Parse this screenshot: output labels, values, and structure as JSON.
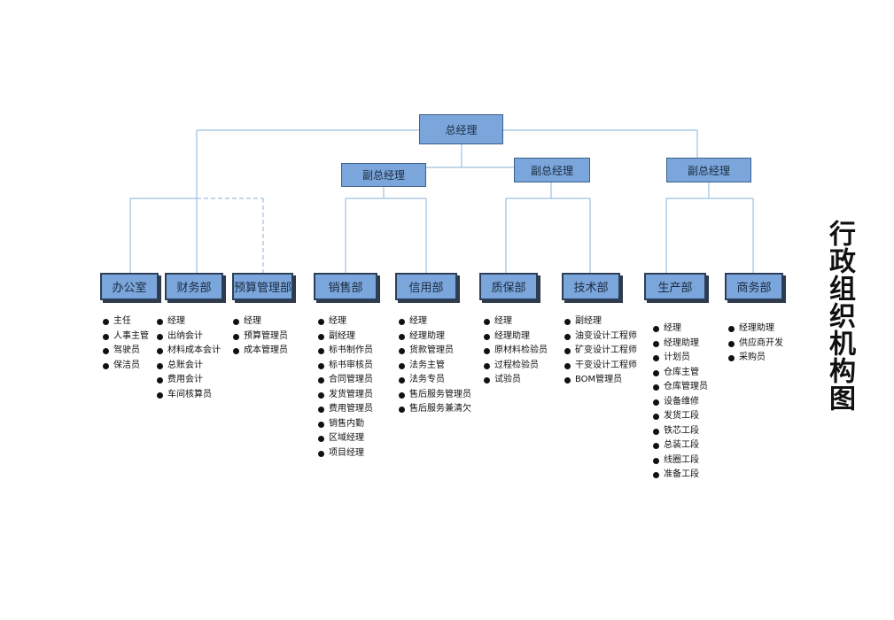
{
  "title": "行政组织机构图",
  "top": {
    "label": "总经理"
  },
  "vps": [
    {
      "label": "副总经理"
    },
    {
      "label": "副总经理"
    },
    {
      "label": "副总经理"
    }
  ],
  "departments": [
    {
      "label": "办公室",
      "items": [
        "主任",
        "人事主管",
        "驾驶员",
        "保洁员"
      ]
    },
    {
      "label": "财务部",
      "items": [
        "经理",
        "出纳会计",
        "材料成本会计",
        "总账会计",
        "费用会计",
        "车间核算员"
      ]
    },
    {
      "label": "预算管理部",
      "items": [
        "经理",
        "预算管理员",
        "成本管理员"
      ]
    },
    {
      "label": "销售部",
      "items": [
        "经理",
        "副经理",
        "标书制作员",
        "标书审核员",
        "合同管理员",
        "发货管理员",
        "费用管理员",
        "销售内勤",
        "区域经理",
        "项目经理"
      ]
    },
    {
      "label": "信用部",
      "items": [
        "经理",
        "经理助理",
        "货款管理员",
        "法务主管",
        "法务专员",
        "售后服务管理员",
        "售后服务兼清欠"
      ]
    },
    {
      "label": "质保部",
      "items": [
        "经理",
        "经理助理",
        "原材料检验员",
        "过程检验员",
        "试验员"
      ]
    },
    {
      "label": "技术部",
      "items": [
        "副经理",
        "油变设计工程师",
        "矿变设计工程师",
        "干变设计工程师",
        "BOM管理员"
      ]
    },
    {
      "label": "生产部",
      "items": [
        "经理",
        "经理助理",
        "计划员",
        "仓库主管",
        "仓库管理员",
        "设备维修",
        "发货工段",
        "铁芯工段",
        "总装工段",
        "线圈工段",
        "准备工段"
      ]
    },
    {
      "label": "商务部",
      "items": [
        "经理助理",
        "供应商开发",
        "采购员"
      ]
    }
  ],
  "colors": {
    "box_fill": "#7ba6dc",
    "box_border": "#3d5f8c",
    "dept_border": "#2d3f58",
    "connector": "#9cc0de",
    "bullet": "#111111"
  }
}
